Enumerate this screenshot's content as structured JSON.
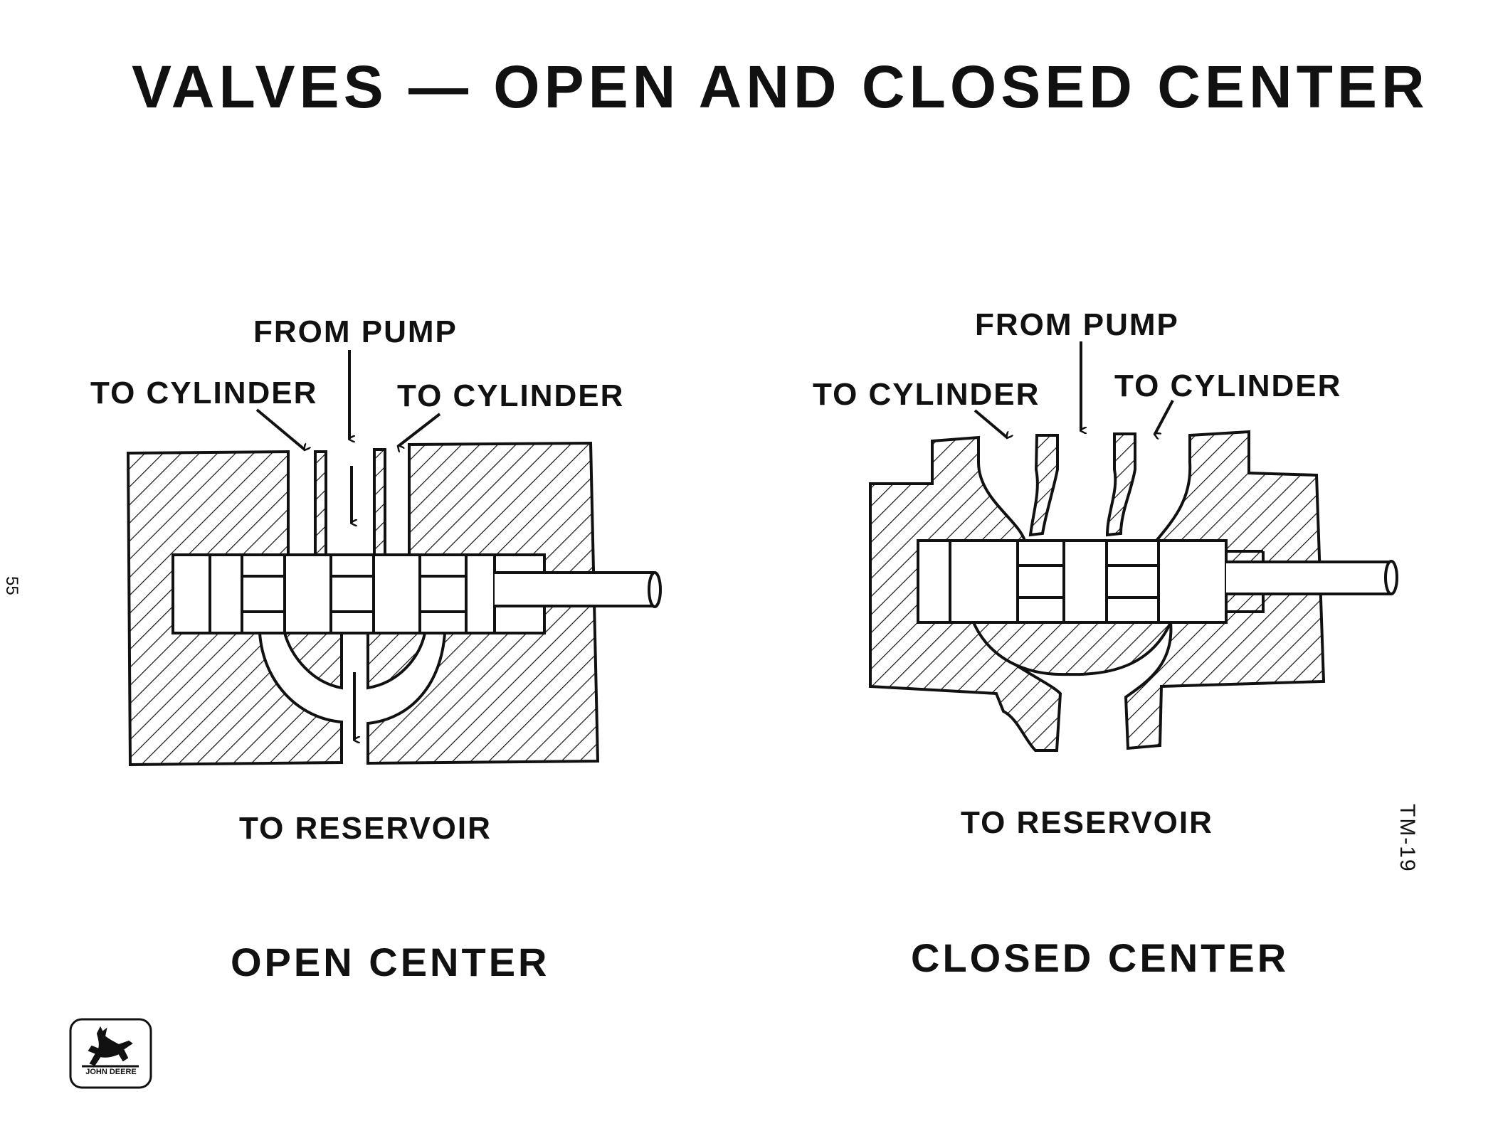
{
  "title": "VALVES — OPEN AND CLOSED CENTER",
  "side_code": "TM-19",
  "page_mark": "55",
  "logo_text": "JOHN DEERE",
  "logo_icon": "leaping-deer-icon",
  "open_center": {
    "caption": "OPEN CENTER",
    "from_pump": "FROM PUMP",
    "to_cylinder_left": "TO CYLINDER",
    "to_cylinder_right": "TO CYLINDER",
    "to_reservoir": "TO RESERVOIR"
  },
  "closed_center": {
    "caption": "CLOSED CENTER",
    "from_pump": "FROM PUMP",
    "to_cylinder_left": "TO CYLINDER",
    "to_cylinder_right": "TO CYLINDER",
    "to_reservoir": "TO RESERVOIR"
  },
  "colors": {
    "ink": "#111111",
    "paper": "#ffffff"
  }
}
